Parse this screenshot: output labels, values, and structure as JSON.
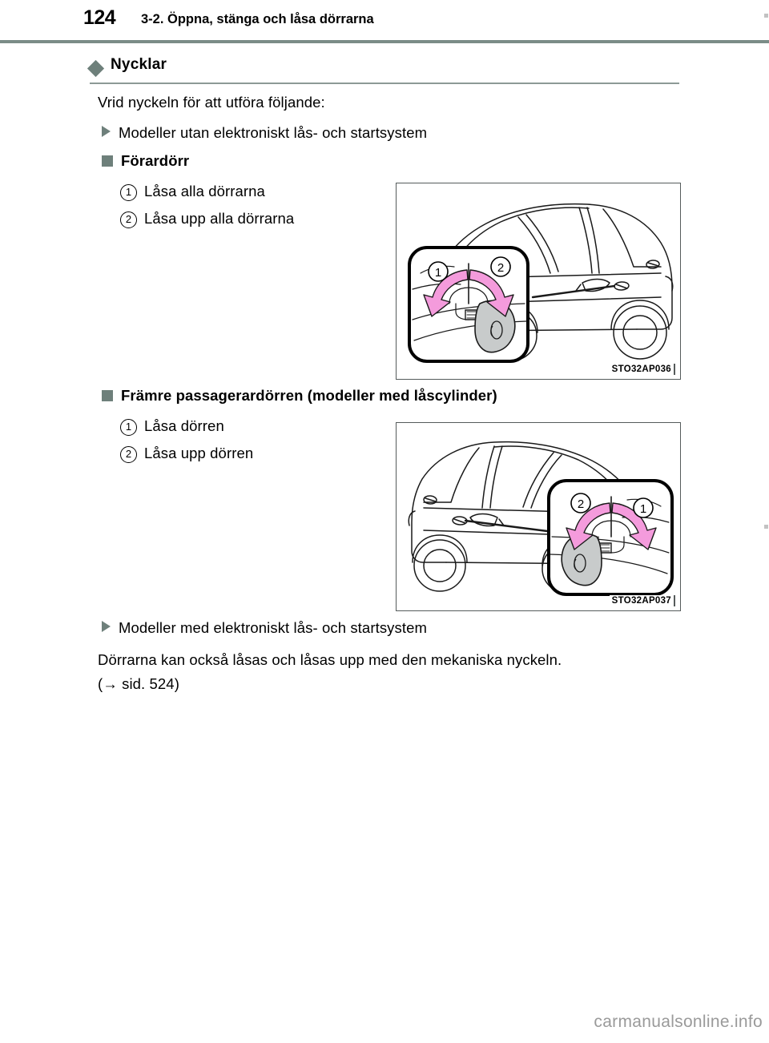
{
  "header": {
    "page_number": "124",
    "title": "3-2. Öppna, stänga och låsa dörrarna",
    "rule_color": "#7b8c87"
  },
  "section": {
    "bullet_icon": "diamond-bullet",
    "title": "Nycklar",
    "bullet_color": "#6e807b"
  },
  "content": {
    "intro": "Vrid nyckeln för att utföra följande:",
    "subhead_without_system": "Modeller utan elektroniskt lås- och startsystem",
    "group_driver_door": {
      "bullet_icon": "square-bullet",
      "heading": "Förardörr",
      "items": [
        {
          "number": "1",
          "label": "Låsa alla dörrarna"
        },
        {
          "number": "2",
          "label": "Låsa upp alla dörrarna"
        }
      ]
    },
    "group_front_passenger_door": {
      "bullet_icon": "square-bullet",
      "heading": "Främre passagerardörren (modeller med låscylinder)",
      "items": [
        {
          "number": "1",
          "label": "Låsa dörren"
        },
        {
          "number": "2",
          "label": "Låsa upp dörren"
        }
      ]
    },
    "subhead_with_system": "Modeller med elektroniskt lås- och startsystem",
    "closing_paragraph_line1": "Dörrarna kan också låsas och låsas upp med den mekaniska nyckeln.",
    "closing_paragraph_line2": "(→ sid. 524)"
  },
  "illustrations": [
    {
      "code": "STO32AP036",
      "alt": "Förardörrens låscylinder med nyckel och vridriktningar",
      "callout_numbers": [
        "1",
        "2"
      ],
      "arrow_color": "#f49bdc"
    },
    {
      "code": "STO32AP037",
      "alt": "Främre passagerardörrens låscylinder med nyckel och vridriktningar",
      "callout_numbers": [
        "2",
        "1"
      ],
      "arrow_color": "#f49bdc"
    }
  ],
  "footer": {
    "watermark": "carmanualsonline.info"
  }
}
